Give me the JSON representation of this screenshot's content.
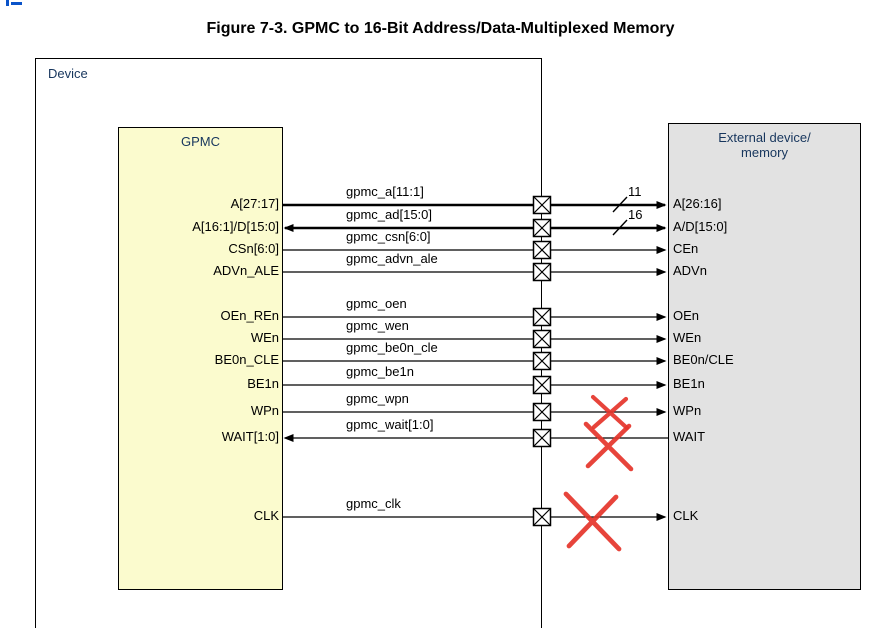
{
  "page": {
    "title": "Figure 7-3. GPMC to 16-Bit Address/Data-Multiplexed Memory"
  },
  "diagram": {
    "device_label": "Device",
    "gpmc_label": "GPMC",
    "external_label_line1": "External device/",
    "external_label_line2": "memory",
    "rows": [
      {
        "gpmc_pin": "A[27:17]",
        "signal": "gpmc_a[11:1]",
        "ext_pin": "A[26:16]",
        "bus_width": "11"
      },
      {
        "gpmc_pin": "A[16:1]/D[15:0]",
        "signal": "gpmc_ad[15:0]",
        "ext_pin": "A/D[15:0]",
        "bus_width": "16"
      },
      {
        "gpmc_pin": "CSn[6:0]",
        "signal": "gpmc_csn[6:0]",
        "ext_pin": "CEn"
      },
      {
        "gpmc_pin": "ADVn_ALE",
        "signal": "gpmc_advn_ale",
        "ext_pin": "ADVn"
      },
      {
        "gpmc_pin": "OEn_REn",
        "signal": "gpmc_oen",
        "ext_pin": "OEn"
      },
      {
        "gpmc_pin": "WEn",
        "signal": "gpmc_wen",
        "ext_pin": "WEn"
      },
      {
        "gpmc_pin": "BE0n_CLE",
        "signal": "gpmc_be0n_cle",
        "ext_pin": "BE0n/CLE"
      },
      {
        "gpmc_pin": "BE1n",
        "signal": "gpmc_be1n",
        "ext_pin": "BE1n"
      },
      {
        "gpmc_pin": "WPn",
        "signal": "gpmc_wpn",
        "ext_pin": "WPn",
        "crossed_out": true
      },
      {
        "gpmc_pin": "WAIT[1:0]",
        "signal": "gpmc_wait[1:0]",
        "ext_pin": "WAIT",
        "crossed_out": true
      },
      {
        "gpmc_pin": "CLK",
        "signal": "gpmc_clk",
        "ext_pin": "CLK",
        "crossed_out": true
      }
    ],
    "colors": {
      "gpmc_fill": "#FBFBCE",
      "external_fill": "#E2E2E2",
      "annotation_red": "#E5352B",
      "box_label_blue": "#17365D"
    }
  }
}
